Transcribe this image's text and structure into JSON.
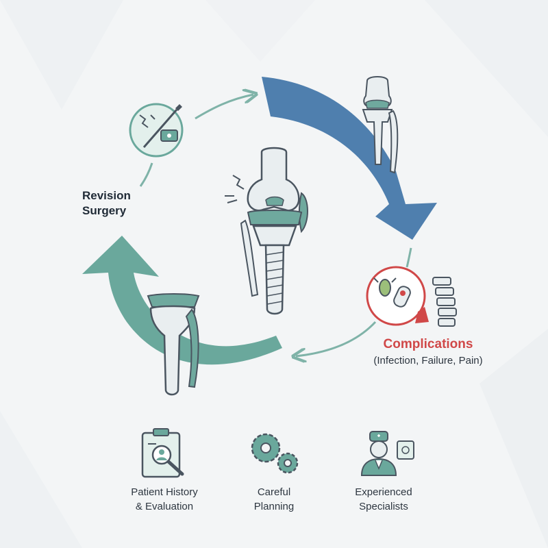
{
  "diagram": {
    "stages": {
      "revision": {
        "line1": "Revision",
        "line2": "Surgery"
      },
      "complications": {
        "title": "Complications",
        "subtitle": "(Infection, Failure, Pain)"
      }
    },
    "bottom_items": [
      {
        "line1": "Patient History",
        "line2": "& Evaluation",
        "icon": "clipboard-search-icon"
      },
      {
        "line1": "Careful",
        "line2": "Planning",
        "icon": "gears-icon"
      },
      {
        "line1": "Experienced",
        "line2": "Specialists",
        "icon": "doctor-icon"
      }
    ],
    "colors": {
      "blue_arrow": "#4f7fae",
      "green_arrow": "#6aa89c",
      "thin_arrow": "#7fb3a8",
      "accent_red": "#d04848",
      "bone": "#e9eef0",
      "outline": "#4a5560",
      "implant_green": "#6fa99e"
    }
  }
}
